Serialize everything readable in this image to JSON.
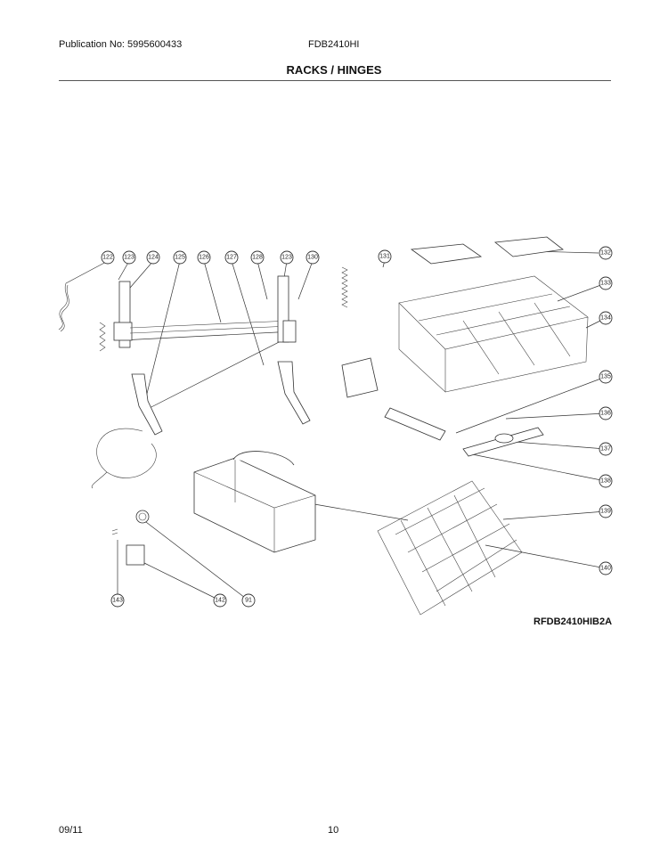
{
  "header": {
    "publication": "Publication No: 5995600433",
    "model": "FDB2410HI",
    "section_title": "RACKS / HINGES"
  },
  "diagram": {
    "drawing_id": "RFDB2410HIB2A",
    "callouts": [
      "122",
      "123",
      "124",
      "125",
      "126",
      "127",
      "128",
      "123",
      "130",
      "131",
      "132",
      "133",
      "134",
      "135",
      "136",
      "137",
      "138",
      "139",
      "140",
      "91",
      "142",
      "143"
    ]
  },
  "footer": {
    "date": "09/11",
    "page_number": "10"
  }
}
